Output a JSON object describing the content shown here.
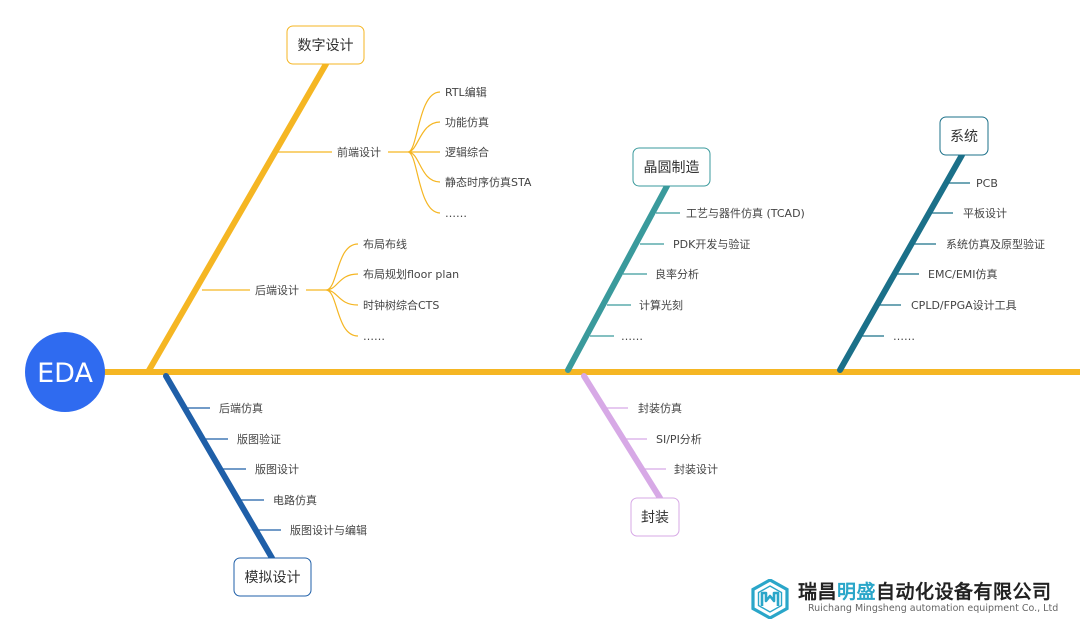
{
  "root": {
    "label": "EDA",
    "color": "#2f6bf0"
  },
  "spine_color": "#f5b623",
  "branches": [
    {
      "id": "digital",
      "label": "数字设计",
      "color": "#f5b623",
      "groups": [
        {
          "label": "前端设计",
          "items": [
            "RTL编辑",
            "功能仿真",
            "逻辑综合",
            "静态时序仿真STA",
            "……"
          ]
        },
        {
          "label": "后端设计",
          "items": [
            "布局布线",
            "布局规划floor plan",
            "时钟树综合CTS",
            "……"
          ]
        }
      ]
    },
    {
      "id": "analog",
      "label": "模拟设计",
      "color": "#1f5fa8",
      "items": [
        "后端仿真",
        "版图验证",
        "版图设计",
        "电路仿真",
        "版图设计与编辑"
      ]
    },
    {
      "id": "wafer",
      "label": "晶圆制造",
      "color": "#3a9a9c",
      "items": [
        "工艺与器件仿真 (TCAD)",
        "PDK开发与验证",
        "良率分析",
        "计算光刻",
        "……"
      ]
    },
    {
      "id": "package",
      "label": "封装",
      "color": "#d7a9e6",
      "items": [
        "封装仿真",
        "SI/PI分析",
        "封装设计"
      ]
    },
    {
      "id": "system",
      "label": "系统",
      "color": "#1b7089",
      "items": [
        "PCB",
        "平板设计",
        "系统仿真及原型验证",
        "EMC/EMI仿真",
        "CPLD/FPGA设计工具",
        "……"
      ]
    }
  ],
  "logo": {
    "name_pre": "瑞昌",
    "name_hl": "明盛",
    "name_post": "自动化设备有限公司",
    "name_en": "Ruichang Mingsheng automation equipment Co., Ltd",
    "icon": "hexagon-logo-icon",
    "hl_color": "#2aa6c9"
  }
}
